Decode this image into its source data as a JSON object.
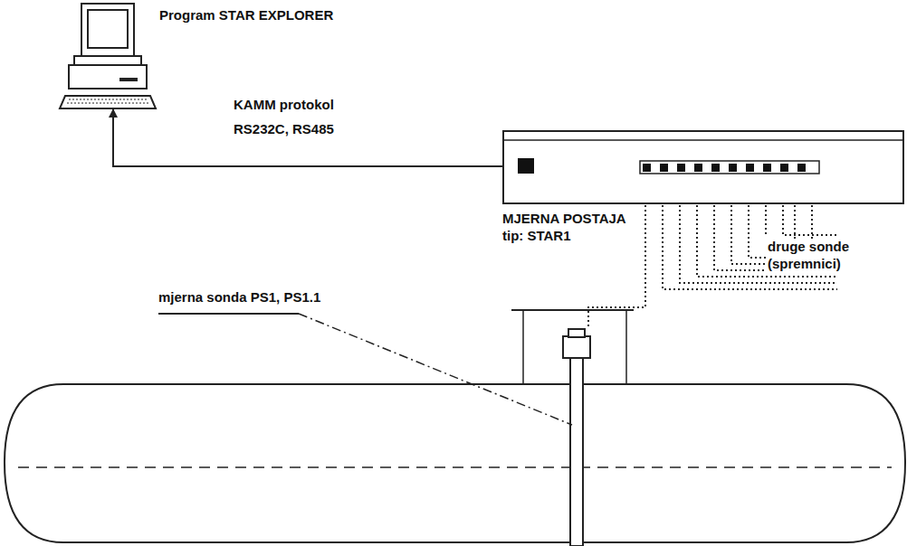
{
  "diagram": {
    "nodes": [
      {
        "text": [
          "Program STAR EXPLORER"
        ]
      },
      {
        "text": [
          "MJERNA POSTAJA tip: STAR1"
        ]
      }
    ],
    "edges": [
      {
        "from": 1,
        "to": 0,
        "arrow": "to",
        "label": "KAMM protokol"
      }
    ],
    "labels": [
      "RS232C, RS485",
      "mjerna sonda PS1, PS1.1",
      "druge sonde (spremnici)"
    ]
  }
}
